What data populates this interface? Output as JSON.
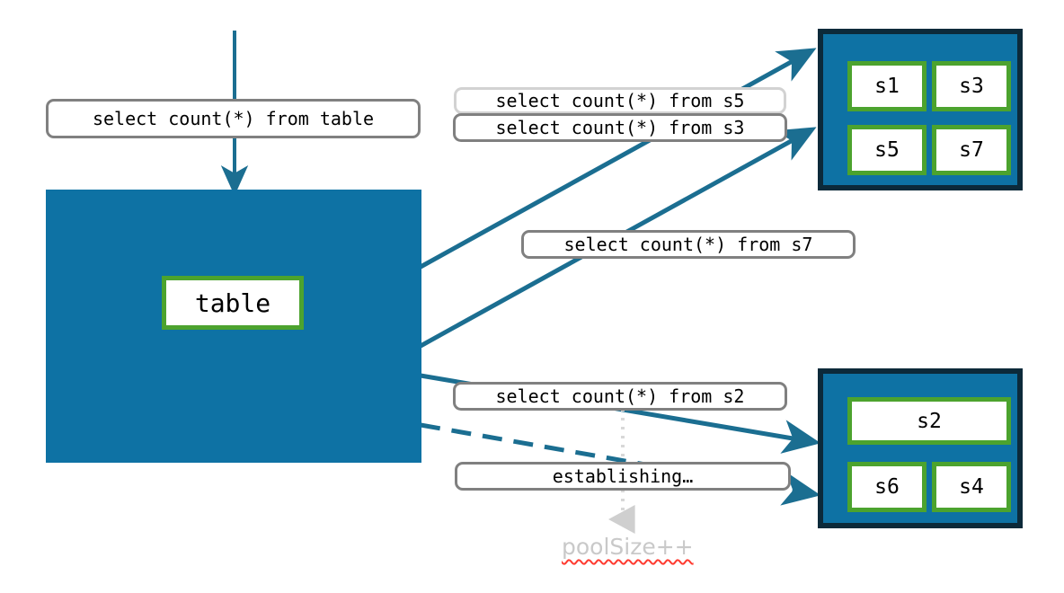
{
  "diagram": {
    "title": "connection pool query routing",
    "colors": {
      "teal_fill": "#0E72A4",
      "dark_border": "#0C2A3A",
      "green_border": "#4CA32E",
      "arrow": "#1B6E91",
      "label_border": "#808080",
      "label_border_dim": "#d2d2d2",
      "annotation_text": "#c9c9c9",
      "spellcheck_underline": "#ff3b30",
      "dotted_guide": "#d8d8d8"
    }
  },
  "source": {
    "query_label": "select count(*) from table",
    "node_label": "table"
  },
  "pool_top": {
    "slots": [
      {
        "id": "s1",
        "label": "s1"
      },
      {
        "id": "s3",
        "label": "s3"
      },
      {
        "id": "s5",
        "label": "s5"
      },
      {
        "id": "s7",
        "label": "s7"
      }
    ]
  },
  "pool_bottom": {
    "slots": [
      {
        "id": "s2",
        "label": "s2"
      },
      {
        "id": "s6",
        "label": "s6"
      },
      {
        "id": "s4",
        "label": "s4"
      }
    ]
  },
  "labels": {
    "from_s5": "select count(*) from s5",
    "from_s3": "select count(*) from s3",
    "from_s7": "select count(*) from s7",
    "from_s2": "select count(*) from s2",
    "establishing": "establishing…",
    "poolsize": "poolSize++"
  }
}
